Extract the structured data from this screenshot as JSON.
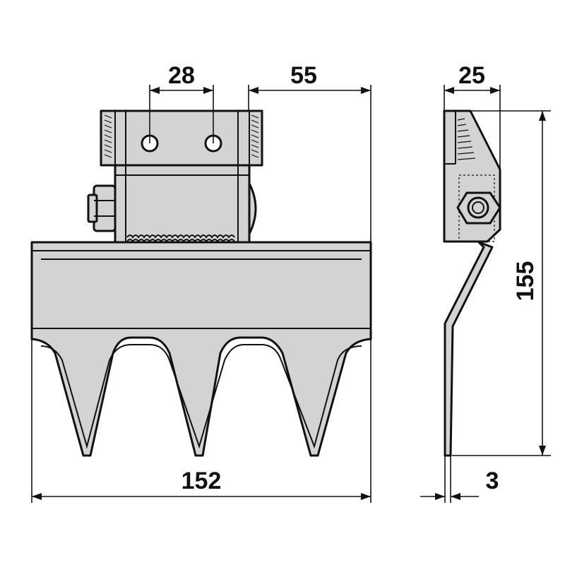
{
  "dimensions": {
    "hole_spacing": "28",
    "mount_to_edge": "55",
    "side_thickness": "25",
    "height": "155",
    "overall_width": "152",
    "blade_thickness": "3"
  }
}
